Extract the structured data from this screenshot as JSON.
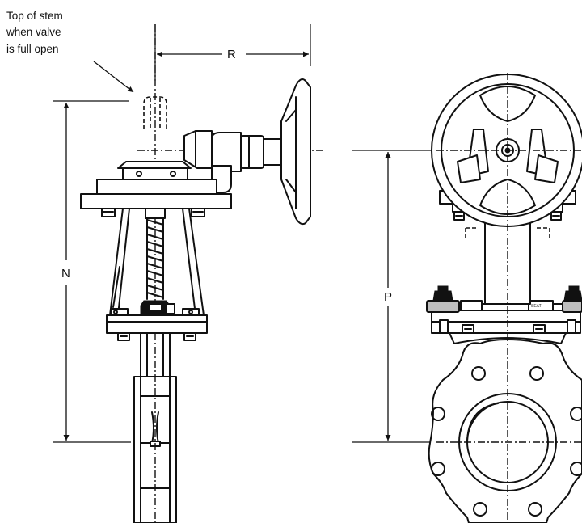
{
  "labels": {
    "note_line1": "Top of stem",
    "note_line2": "when valve",
    "note_line3": "is full open",
    "dim_r": "R",
    "dim_n": "N",
    "dim_p": "P",
    "seat_text": "SEAT"
  }
}
